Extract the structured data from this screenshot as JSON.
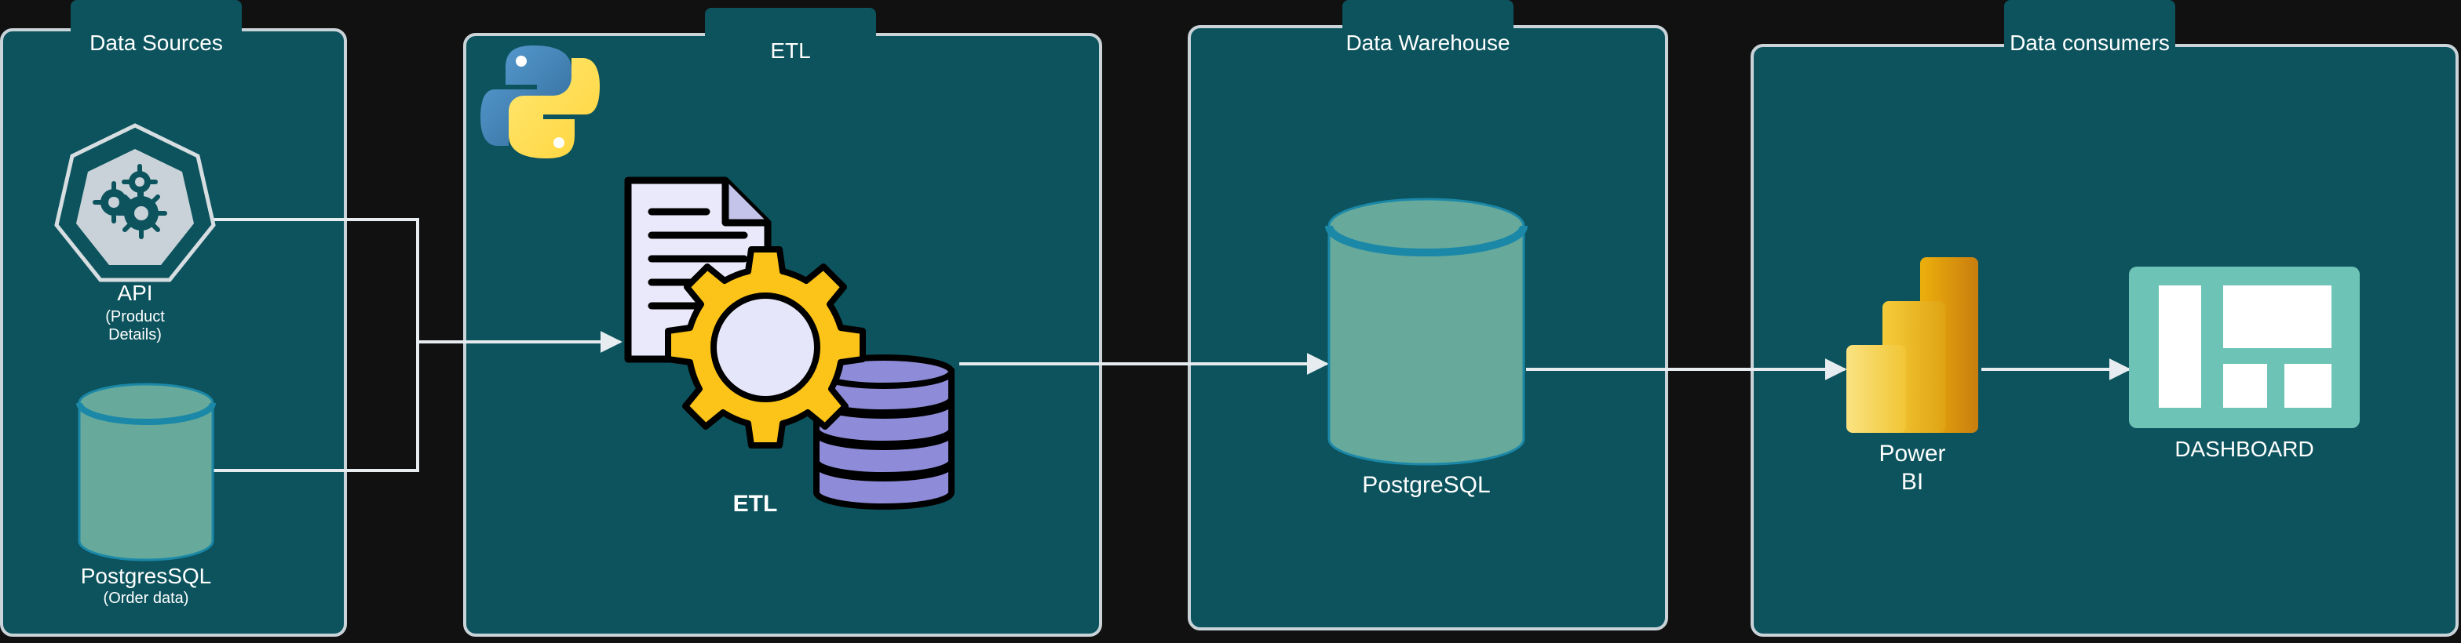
{
  "panels": {
    "sources": {
      "title": "Data Sources"
    },
    "etl": {
      "title": "ETL"
    },
    "warehouse": {
      "title": "Data Warehouse"
    },
    "consumers": {
      "title": "Data consumers"
    }
  },
  "nodes": {
    "api": {
      "label": "API",
      "sub1": "(Product",
      "sub2": "Details)",
      "icon": "kubernetes-api-icon"
    },
    "source_db": {
      "label": "PostgresSQL",
      "sub": "(Order data)",
      "icon": "database-cylinder-icon"
    },
    "etl_process": {
      "label": "ETL",
      "icon": "etl-document-gear-database-icon"
    },
    "python": {
      "icon": "python-logo-icon"
    },
    "warehouse_db": {
      "label": "PostgreSQL",
      "icon": "database-cylinder-icon"
    },
    "powerbi": {
      "label1": "Power",
      "label2": "BI",
      "icon": "power-bi-icon"
    },
    "dashboard": {
      "label": "DASHBOARD",
      "icon": "dashboard-icon"
    }
  },
  "colors": {
    "background": "#111111",
    "panel_fill": "#0c535d",
    "panel_border": "#c9d3d8",
    "cylinder_fill": "#67aa9b",
    "cylinder_stroke": "#1b88a8",
    "connector": "#e6ecef",
    "gear": "#fcc419",
    "stack": "#8e8cd8"
  }
}
